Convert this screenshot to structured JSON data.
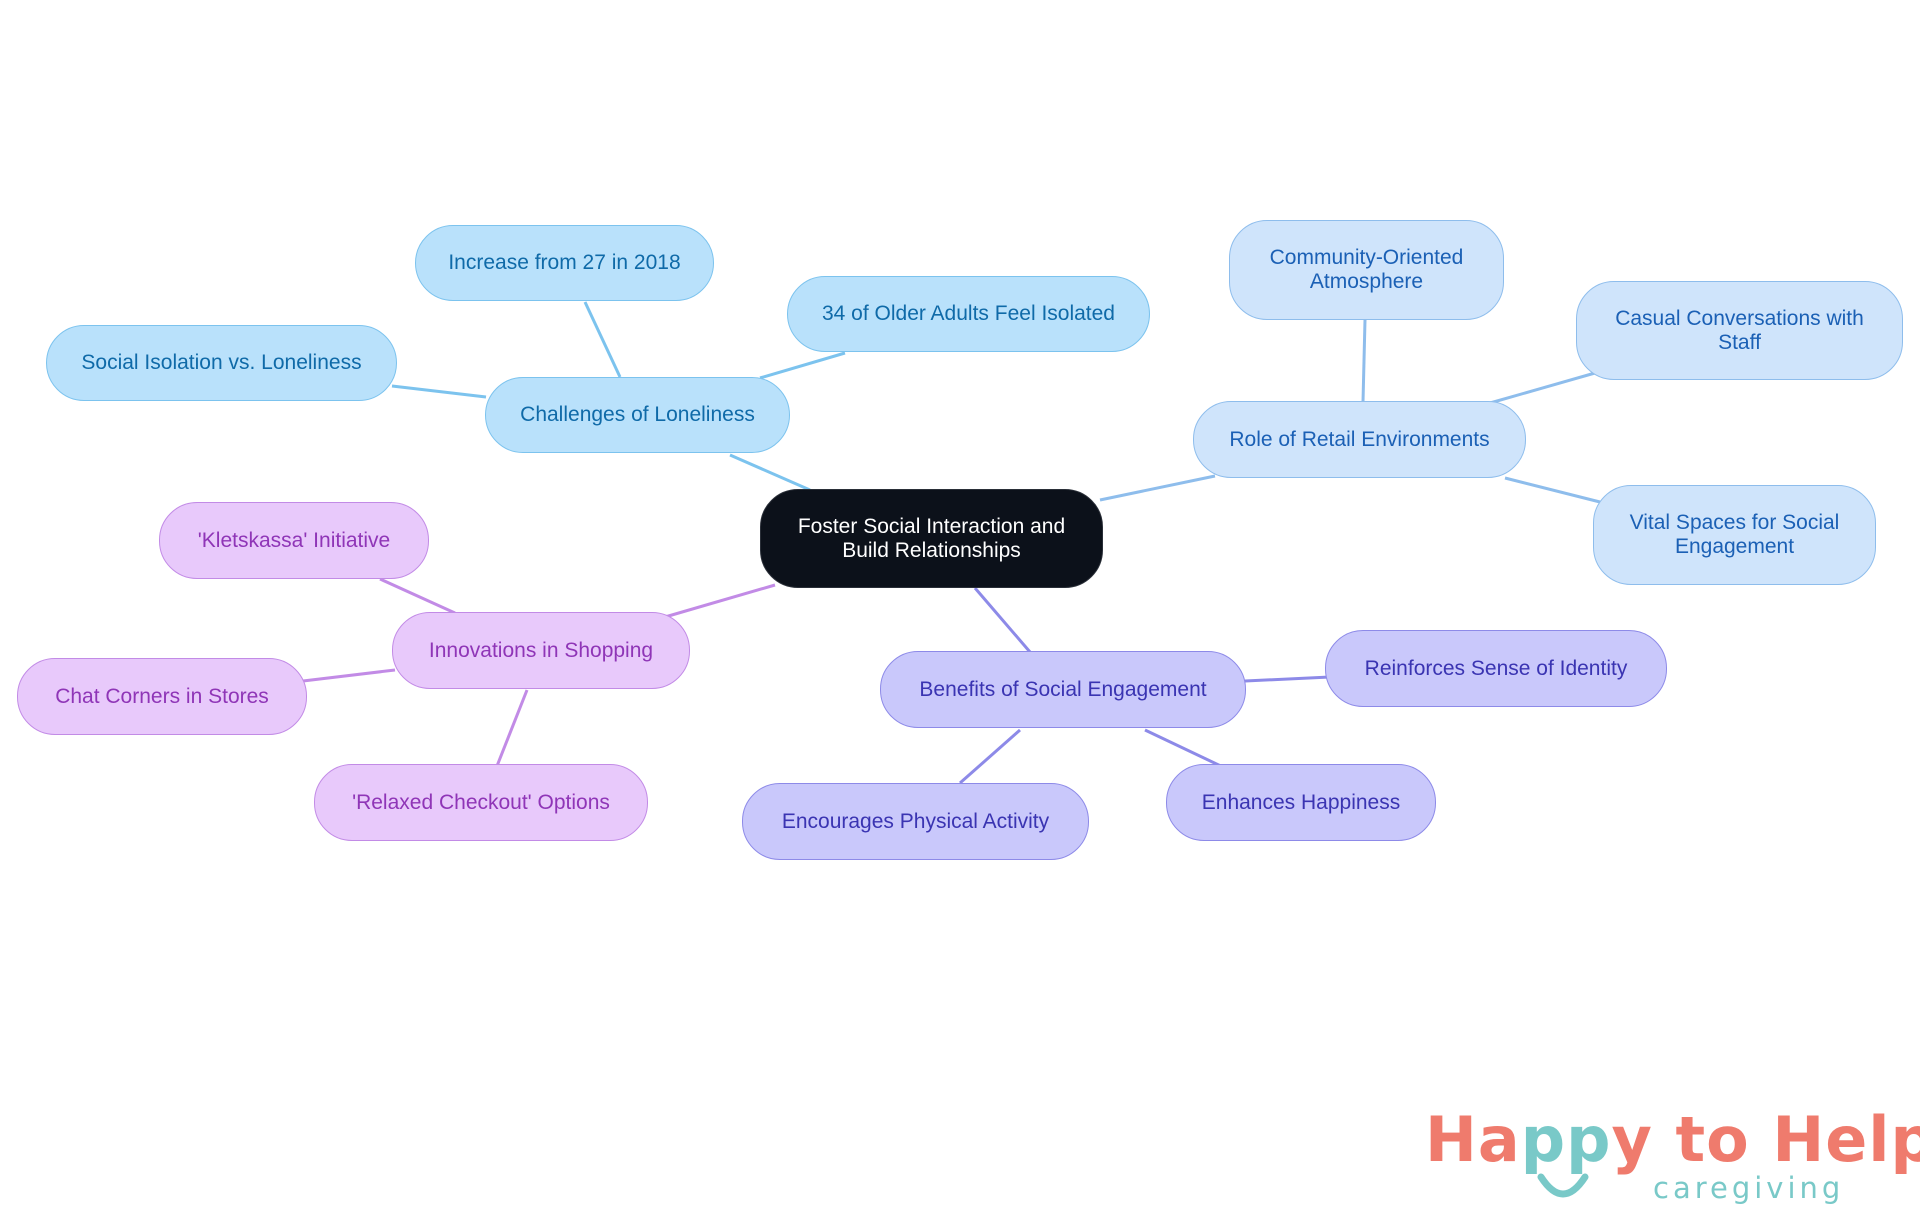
{
  "diagram": {
    "root": {
      "label": "Foster Social Interaction and Build Relationships"
    },
    "branches": [
      {
        "label": "Challenges of Loneliness",
        "children": [
          "Increase from 27 in 2018",
          "34 of Older Adults Feel Isolated",
          "Social Isolation vs. Loneliness"
        ]
      },
      {
        "label": "Role of Retail Environments",
        "children": [
          "Community-Oriented Atmosphere",
          "Casual Conversations with Staff",
          "Vital Spaces for Social Engagement"
        ]
      },
      {
        "label": "Benefits of Social Engagement",
        "children": [
          "Reinforces Sense of Identity",
          "Enhances Happiness",
          "Encourages Physical Activity"
        ]
      },
      {
        "label": "Innovations in Shopping",
        "children": [
          "'Kletskassa' Initiative",
          "Chat Corners in Stores",
          "'Relaxed Checkout' Options"
        ]
      }
    ]
  },
  "logo": {
    "brand_parts": [
      "Ha",
      "pp",
      "y to Help"
    ],
    "tagline": "caregiving"
  },
  "colors": {
    "root": "#0c111a",
    "branch_blue": "#7cc3ee",
    "branch_lightblue": "#8ebdec",
    "branch_indigo": "#8d8ae8",
    "branch_purple": "#c28be6",
    "logo_red": "#ef7b6d",
    "logo_teal": "#79c9c8"
  }
}
